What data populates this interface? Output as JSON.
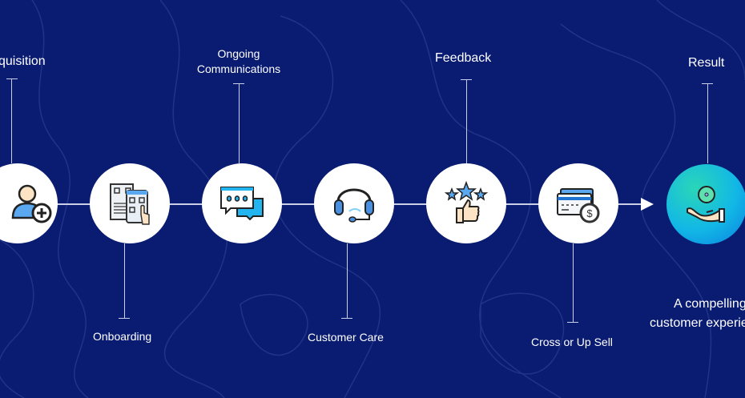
{
  "colors": {
    "background": "#0a1c72",
    "accent": "#12b7e6",
    "line": "#c9cfe6"
  },
  "steps": [
    {
      "label": "quisition",
      "icon": "user-add-icon"
    },
    {
      "label": "Onboarding",
      "icon": "qr-code-phone-icon"
    },
    {
      "label": "Ongoing Communications",
      "icon": "chat-bubbles-icon"
    },
    {
      "label": "Customer Care",
      "icon": "headset-icon"
    },
    {
      "label": "Feedback",
      "icon": "thumbs-up-stars-icon"
    },
    {
      "label": "Cross or Up Sell",
      "icon": "credit-card-dollar-icon"
    }
  ],
  "ongoing_line1": "Ongoing",
  "ongoing_line2": "Communications",
  "result": {
    "label": "Result",
    "icon": "hand-coin-icon",
    "line1": "A compelling",
    "line2": "customer experience"
  }
}
